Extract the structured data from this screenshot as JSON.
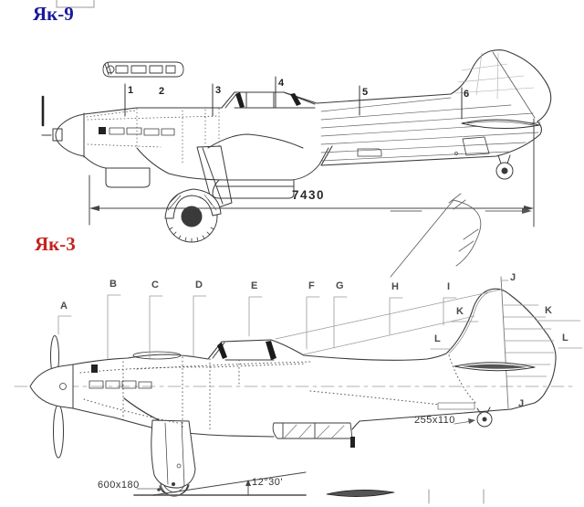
{
  "page": {
    "background_color": "#ffffff"
  },
  "colors": {
    "line": "#3a3a3a",
    "annotation": "#8c8c8c",
    "yak9_title": "#1a1a9c",
    "yak3_title": "#c4241e"
  },
  "yak9": {
    "title": "Як-9",
    "section_markers": [
      "1",
      "2",
      "3",
      "4",
      "5",
      "6"
    ],
    "length_dimension": "7430"
  },
  "yak3": {
    "title": "Як-3",
    "frame_markers_top": [
      "A",
      "B",
      "C",
      "D",
      "E",
      "F",
      "G",
      "H",
      "I",
      "J"
    ],
    "side_markers": {
      "k_left": "K",
      "k_right": "K",
      "l_left": "L",
      "l_right": "L",
      "j_bottom": "J"
    },
    "tailwheel_tire_size": "255x110",
    "mainwheel_tire_size": "600x180",
    "ground_angle": "12°30'"
  }
}
